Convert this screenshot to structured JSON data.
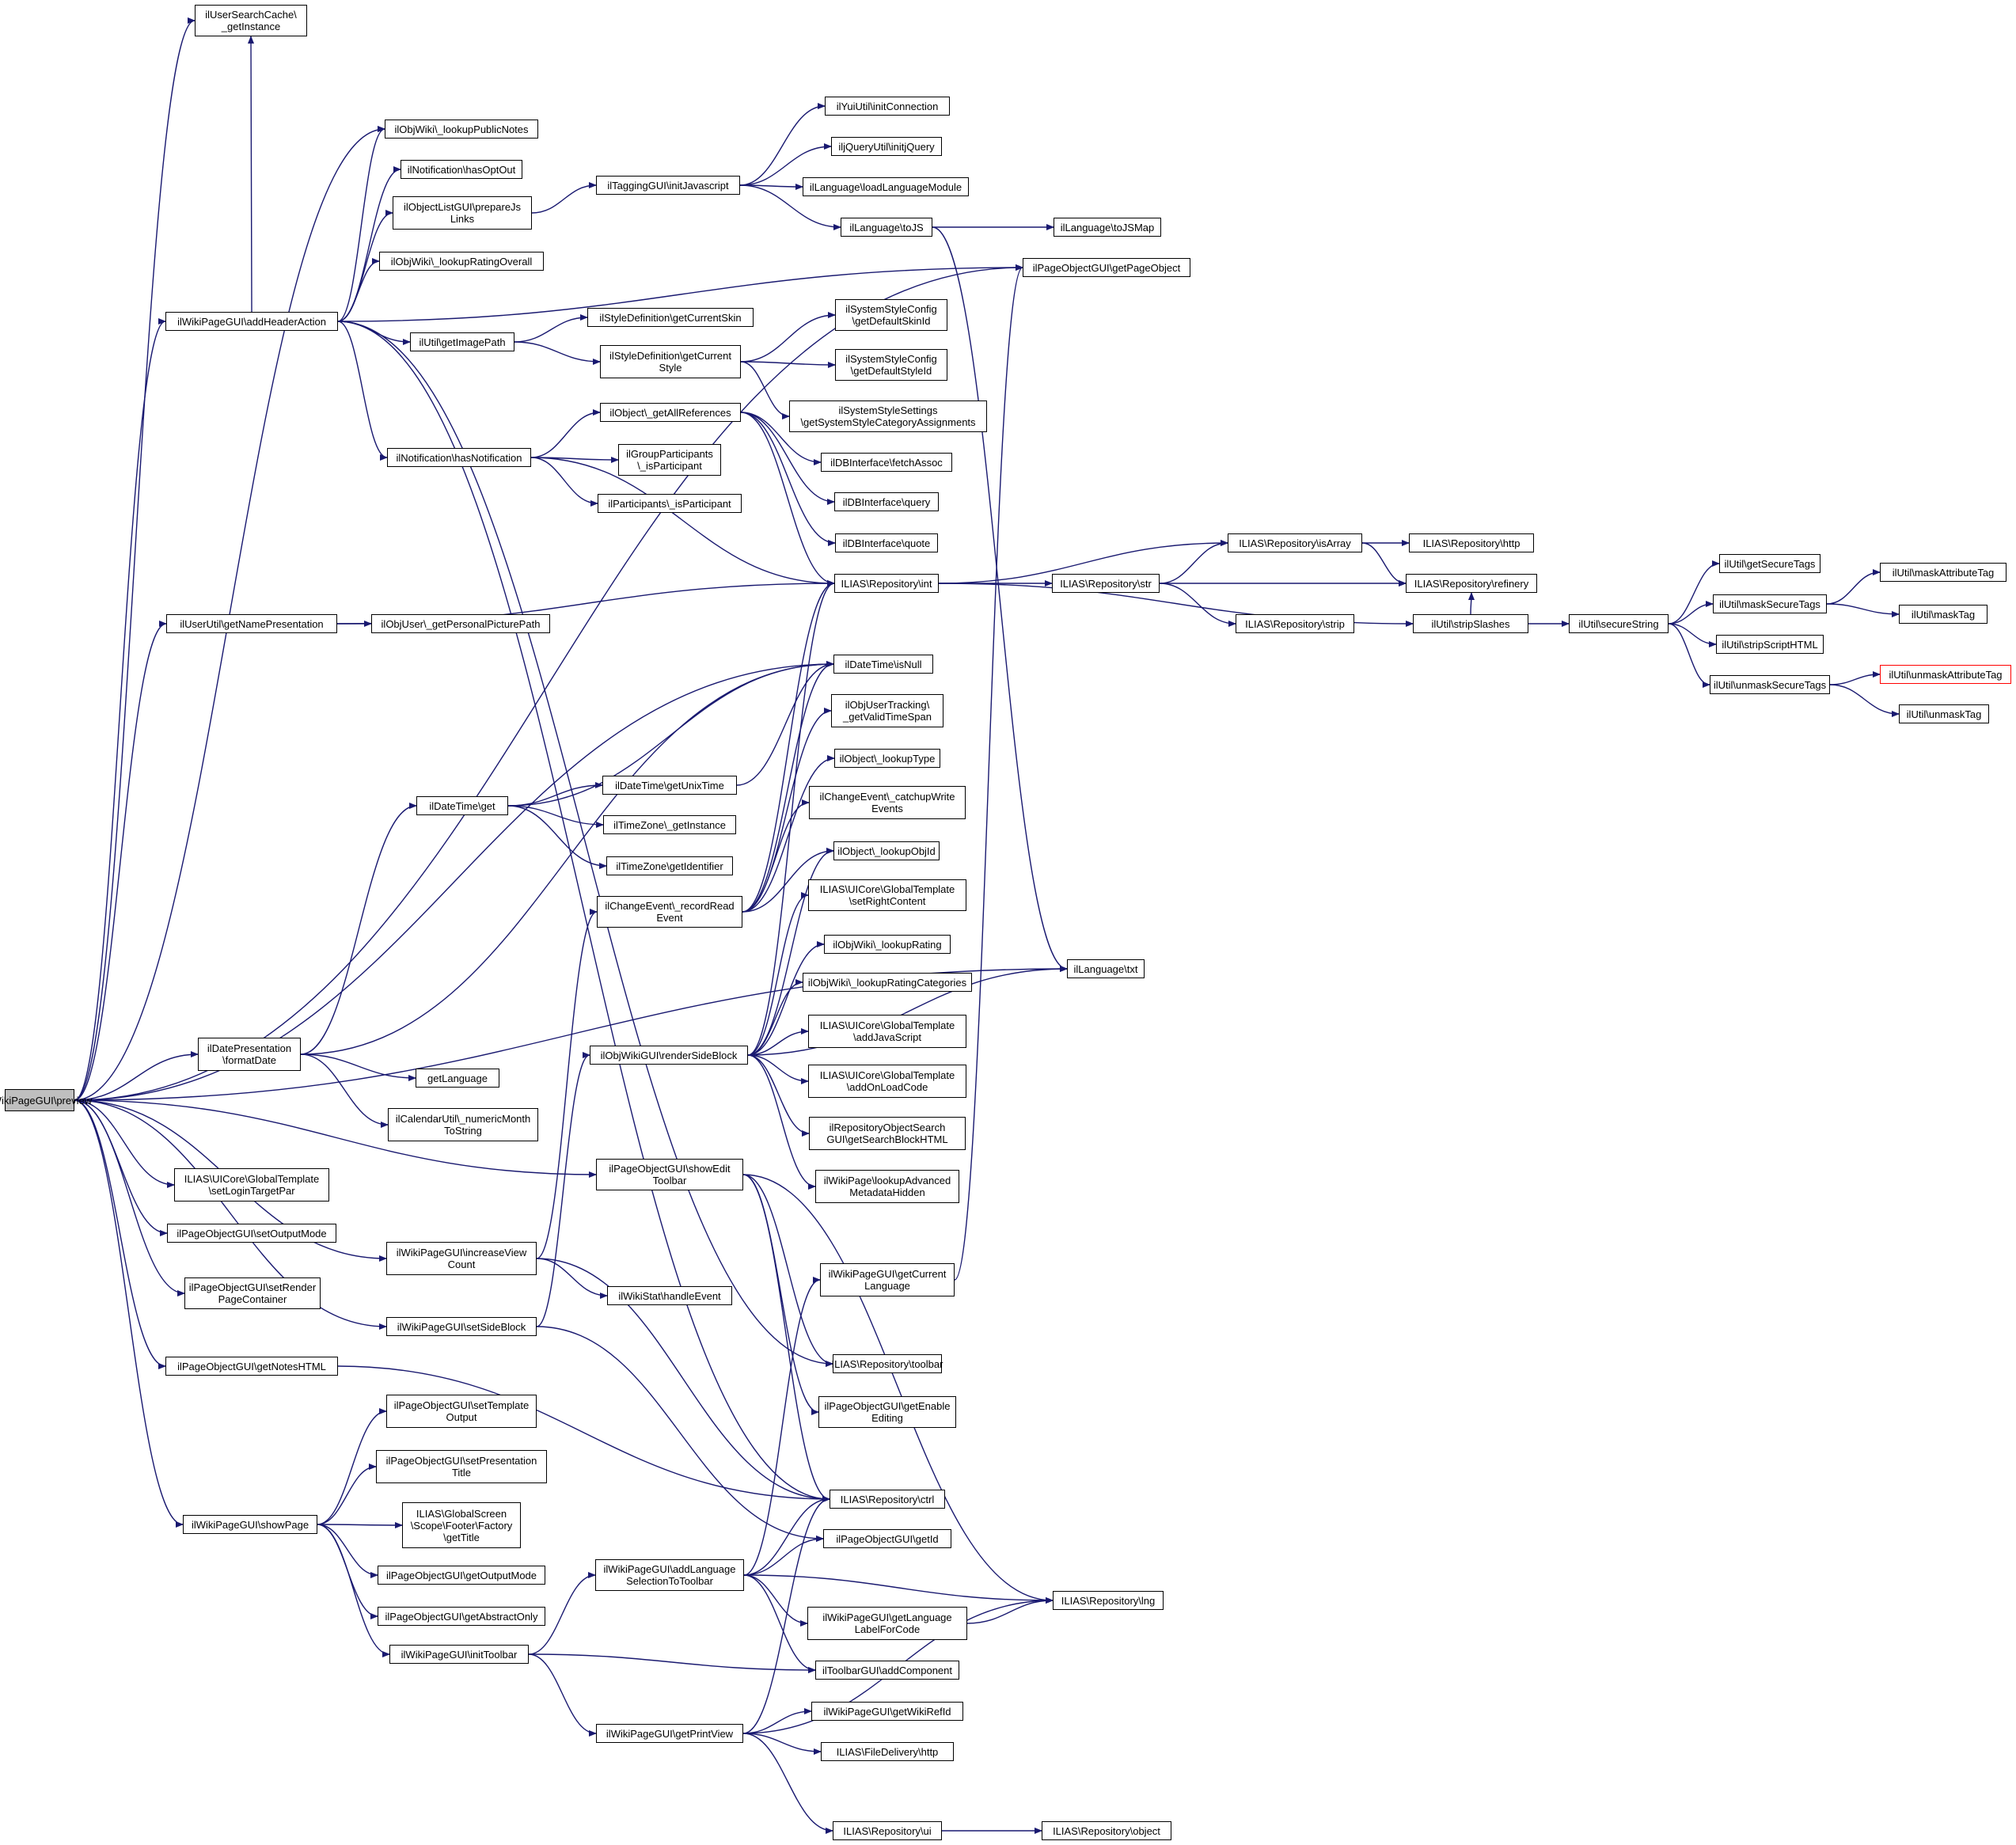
{
  "graph": {
    "type": "call-graph",
    "edge_color": "#191970",
    "root_fill": "#bfbfbf",
    "truncated_border": "#ff0000",
    "nodes": [
      {
        "id": "root",
        "label": "ilWikiPageGUI\\preview",
        "root": true
      },
      {
        "id": "usc",
        "label": "ilUserSearchCache\\\n_getInstance"
      },
      {
        "id": "pubnotes",
        "label": "ilObjWiki\\_lookupPublicNotes"
      },
      {
        "id": "optout",
        "label": "ilNotification\\hasOptOut"
      },
      {
        "id": "prepjs",
        "label": "ilObjectListGUI\\prepareJs\nLinks"
      },
      {
        "id": "ratov",
        "label": "ilObjWiki\\_lookupRatingOverall"
      },
      {
        "id": "addhdr",
        "label": "ilWikiPageGUI\\addHeaderAction"
      },
      {
        "id": "imgpath",
        "label": "ilUtil\\getImagePath"
      },
      {
        "id": "hasnotif",
        "label": "ilNotification\\hasNotification"
      },
      {
        "id": "namepres",
        "label": "ilUserUtil\\getNamePresentation"
      },
      {
        "id": "persopic",
        "label": "ilObjUser\\_getPersonalPicturePath"
      },
      {
        "id": "tagjs",
        "label": "ilTaggingGUI\\initJavascript"
      },
      {
        "id": "yui",
        "label": "ilYuiUtil\\initConnection"
      },
      {
        "id": "jq",
        "label": "iljQueryUtil\\initjQuery"
      },
      {
        "id": "loadlang",
        "label": "ilLanguage\\loadLanguageModule"
      },
      {
        "id": "tojs",
        "label": "ilLanguage\\toJS"
      },
      {
        "id": "tojsmap",
        "label": "ilLanguage\\toJSMap"
      },
      {
        "id": "getpo",
        "label": "ilPageObjectGUI\\getPageObject"
      },
      {
        "id": "curskin",
        "label": "ilStyleDefinition\\getCurrentSkin"
      },
      {
        "id": "curstyle",
        "label": "ilStyleDefinition\\getCurrent\nStyle"
      },
      {
        "id": "defskin",
        "label": "ilSystemStyleConfig\n\\getDefaultSkinId"
      },
      {
        "id": "defstyle",
        "label": "ilSystemStyleConfig\n\\getDefaultStyleId"
      },
      {
        "id": "stylecat",
        "label": "ilSystemStyleSettings\n\\getSystemStyleCategoryAssignments"
      },
      {
        "id": "allref",
        "label": "ilObject\\_getAllReferences"
      },
      {
        "id": "grppart",
        "label": "ilGroupParticipants\n\\_isParticipant"
      },
      {
        "id": "part",
        "label": "ilParticipants\\_isParticipant"
      },
      {
        "id": "fetch",
        "label": "ilDBInterface\\fetchAssoc"
      },
      {
        "id": "query",
        "label": "ilDBInterface\\query"
      },
      {
        "id": "quote",
        "label": "ilDBInterface\\quote"
      },
      {
        "id": "int",
        "label": "ILIAS\\Repository\\int"
      },
      {
        "id": "str",
        "label": "ILIAS\\Repository\\str"
      },
      {
        "id": "isarr",
        "label": "ILIAS\\Repository\\isArray"
      },
      {
        "id": "rhttp",
        "label": "ILIAS\\Repository\\http"
      },
      {
        "id": "refinery",
        "label": "ILIAS\\Repository\\refinery"
      },
      {
        "id": "strip",
        "label": "ILIAS\\Repository\\strip"
      },
      {
        "id": "stripsl",
        "label": "ilUtil\\stripSlashes"
      },
      {
        "id": "secstr",
        "label": "ilUtil\\secureString"
      },
      {
        "id": "getsec",
        "label": "ilUtil\\getSecureTags"
      },
      {
        "id": "masksec",
        "label": "ilUtil\\maskSecureTags"
      },
      {
        "id": "stripscr",
        "label": "ilUtil\\stripScriptHTML"
      },
      {
        "id": "unmasksec",
        "label": "ilUtil\\unmaskSecureTags"
      },
      {
        "id": "maskattr",
        "label": "ilUtil\\maskAttributeTag"
      },
      {
        "id": "masktag",
        "label": "ilUtil\\maskTag"
      },
      {
        "id": "unmaskattr",
        "label": "ilUtil\\unmaskAttributeTag",
        "truncated": true
      },
      {
        "id": "unmasktag",
        "label": "ilUtil\\unmaskTag"
      },
      {
        "id": "isnull",
        "label": "ilDateTime\\isNull"
      },
      {
        "id": "dtget",
        "label": "ilDateTime\\get"
      },
      {
        "id": "unixt",
        "label": "ilDateTime\\getUnixTime"
      },
      {
        "id": "tzinst",
        "label": "ilTimeZone\\_getInstance"
      },
      {
        "id": "tzid",
        "label": "ilTimeZone\\getIdentifier"
      },
      {
        "id": "validts",
        "label": "ilObjUserTracking\\\n_getValidTimeSpan"
      },
      {
        "id": "lktype",
        "label": "ilObject\\_lookupType"
      },
      {
        "id": "catchup",
        "label": "ilChangeEvent\\_catchupWrite\nEvents"
      },
      {
        "id": "lkobjid",
        "label": "ilObject\\_lookupObjId"
      },
      {
        "id": "recread",
        "label": "ilChangeEvent\\_recordRead\nEvent"
      },
      {
        "id": "setright",
        "label": "ILIAS\\UICore\\GlobalTemplate\n\\setRightContent"
      },
      {
        "id": "lkrating",
        "label": "ilObjWiki\\_lookupRating"
      },
      {
        "id": "lkratcat",
        "label": "ilObjWiki\\_lookupRatingCategories"
      },
      {
        "id": "addjs",
        "label": "ILIAS\\UICore\\GlobalTemplate\n\\addJavaScript"
      },
      {
        "id": "addonload",
        "label": "ILIAS\\UICore\\GlobalTemplate\n\\addOnLoadCode"
      },
      {
        "id": "searchblk",
        "label": "ilRepositoryObjectSearch\nGUI\\getSearchBlockHTML"
      },
      {
        "id": "advmeta",
        "label": "ilWikiPage\\lookupAdvanced\nMetadataHidden"
      },
      {
        "id": "renderside",
        "label": "ilObjWikiGUI\\renderSideBlock"
      },
      {
        "id": "txt",
        "label": "ilLanguage\\txt"
      },
      {
        "id": "datepres",
        "label": "ilDatePresentation\n\\formatDate"
      },
      {
        "id": "getlang",
        "label": "getLanguage"
      },
      {
        "id": "nummonth",
        "label": "ilCalendarUtil\\_numericMonth\nToString"
      },
      {
        "id": "showedit",
        "label": "ilPageObjectGUI\\showEdit\nToolbar"
      },
      {
        "id": "setlogin",
        "label": "ILIAS\\UICore\\GlobalTemplate\n\\setLoginTargetPar"
      },
      {
        "id": "setout",
        "label": "ilPageObjectGUI\\setOutputMode"
      },
      {
        "id": "setrender",
        "label": "ilPageObjectGUI\\setRender\nPageContainer"
      },
      {
        "id": "incview",
        "label": "ilWikiPageGUI\\increaseView\nCount"
      },
      {
        "id": "wikistat",
        "label": "ilWikiStat\\handleEvent"
      },
      {
        "id": "setside",
        "label": "ilWikiPageGUI\\setSideBlock"
      },
      {
        "id": "curlang",
        "label": "ilWikiPageGUI\\getCurrent\nLanguage"
      },
      {
        "id": "rtoolbar",
        "label": "ILIAS\\Repository\\toolbar"
      },
      {
        "id": "notes",
        "label": "ilPageObjectGUI\\getNotesHTML"
      },
      {
        "id": "enedit",
        "label": "ilPageObjectGUI\\getEnable\nEditing"
      },
      {
        "id": "settplout",
        "label": "ilPageObjectGUI\\setTemplate\nOutput"
      },
      {
        "id": "setprestitle",
        "label": "ilPageObjectGUI\\setPresentation\nTitle"
      },
      {
        "id": "footer",
        "label": "ILIAS\\GlobalScreen\n\\Scope\\Footer\\Factory\n\\getTitle"
      },
      {
        "id": "getout",
        "label": "ilPageObjectGUI\\getOutputMode"
      },
      {
        "id": "abstract",
        "label": "ilPageObjectGUI\\getAbstractOnly"
      },
      {
        "id": "showpage",
        "label": "ilWikiPageGUI\\showPage"
      },
      {
        "id": "inittb",
        "label": "ilWikiPageGUI\\initToolbar"
      },
      {
        "id": "ctrl",
        "label": "ILIAS\\Repository\\ctrl"
      },
      {
        "id": "getid",
        "label": "ilPageObjectGUI\\getId"
      },
      {
        "id": "addlangsel",
        "label": "ilWikiPageGUI\\addLanguage\nSelectionToToolbar"
      },
      {
        "id": "lng",
        "label": "ILIAS\\Repository\\lng"
      },
      {
        "id": "langlabel",
        "label": "ilWikiPageGUI\\getLanguage\nLabelForCode"
      },
      {
        "id": "addcomp",
        "label": "ilToolbarGUI\\addComponent"
      },
      {
        "id": "wikirefid",
        "label": "ilWikiPageGUI\\getWikiRefId"
      },
      {
        "id": "printview",
        "label": "ilWikiPageGUI\\getPrintView"
      },
      {
        "id": "fdhttp",
        "label": "ILIAS\\FileDelivery\\http"
      },
      {
        "id": "rui",
        "label": "ILIAS\\Repository\\ui"
      },
      {
        "id": "robject",
        "label": "ILIAS\\Repository\\object"
      }
    ],
    "edges": [
      [
        "root",
        "usc"
      ],
      [
        "root",
        "pubnotes"
      ],
      [
        "root",
        "getpo"
      ],
      [
        "root",
        "addhdr"
      ],
      [
        "root",
        "namepres"
      ],
      [
        "root",
        "txt"
      ],
      [
        "root",
        "isnull"
      ],
      [
        "root",
        "datepres"
      ],
      [
        "root",
        "showedit"
      ],
      [
        "root",
        "setlogin"
      ],
      [
        "root",
        "setout"
      ],
      [
        "root",
        "setrender"
      ],
      [
        "root",
        "incview"
      ],
      [
        "root",
        "setside"
      ],
      [
        "root",
        "notes"
      ],
      [
        "root",
        "showpage"
      ],
      [
        "addhdr",
        "pubnotes"
      ],
      [
        "addhdr",
        "optout"
      ],
      [
        "addhdr",
        "prepjs"
      ],
      [
        "addhdr",
        "ratov"
      ],
      [
        "addhdr",
        "getpo"
      ],
      [
        "addhdr",
        "imgpath"
      ],
      [
        "addhdr",
        "hasnotif"
      ],
      [
        "addhdr",
        "rtoolbar"
      ],
      [
        "addhdr",
        "ctrl"
      ],
      [
        "addhdr",
        "usc"
      ],
      [
        "prepjs",
        "tagjs"
      ],
      [
        "tagjs",
        "yui"
      ],
      [
        "tagjs",
        "jq"
      ],
      [
        "tagjs",
        "loadlang"
      ],
      [
        "tagjs",
        "tojs"
      ],
      [
        "tojs",
        "tojsmap"
      ],
      [
        "tojs",
        "txt"
      ],
      [
        "imgpath",
        "curskin"
      ],
      [
        "imgpath",
        "curstyle"
      ],
      [
        "curstyle",
        "defskin"
      ],
      [
        "curstyle",
        "defstyle"
      ],
      [
        "curstyle",
        "stylecat"
      ],
      [
        "hasnotif",
        "allref"
      ],
      [
        "hasnotif",
        "grppart"
      ],
      [
        "hasnotif",
        "part"
      ],
      [
        "hasnotif",
        "int"
      ],
      [
        "allref",
        "fetch"
      ],
      [
        "allref",
        "query"
      ],
      [
        "allref",
        "quote"
      ],
      [
        "allref",
        "int"
      ],
      [
        "namepres",
        "persopic"
      ],
      [
        "namepres",
        "int"
      ],
      [
        "int",
        "str"
      ],
      [
        "int",
        "isarr"
      ],
      [
        "int",
        "stripsl"
      ],
      [
        "str",
        "isarr"
      ],
      [
        "str",
        "refinery"
      ],
      [
        "str",
        "strip"
      ],
      [
        "isarr",
        "rhttp"
      ],
      [
        "isarr",
        "refinery"
      ],
      [
        "stripsl",
        "refinery"
      ],
      [
        "stripsl",
        "secstr"
      ],
      [
        "secstr",
        "getsec"
      ],
      [
        "secstr",
        "masksec"
      ],
      [
        "secstr",
        "stripscr"
      ],
      [
        "secstr",
        "unmasksec"
      ],
      [
        "masksec",
        "maskattr"
      ],
      [
        "masksec",
        "masktag"
      ],
      [
        "unmasksec",
        "unmaskattr"
      ],
      [
        "unmasksec",
        "unmasktag"
      ],
      [
        "datepres",
        "dtget"
      ],
      [
        "datepres",
        "isnull"
      ],
      [
        "datepres",
        "getlang"
      ],
      [
        "datepres",
        "nummonth"
      ],
      [
        "dtget",
        "isnull"
      ],
      [
        "dtget",
        "unixt"
      ],
      [
        "dtget",
        "tzinst"
      ],
      [
        "dtget",
        "tzid"
      ],
      [
        "unixt",
        "isnull"
      ],
      [
        "recread",
        "int"
      ],
      [
        "recread",
        "validts"
      ],
      [
        "recread",
        "lktype"
      ],
      [
        "recread",
        "catchup"
      ],
      [
        "recread",
        "lkobjid"
      ],
      [
        "recread",
        "isnull"
      ],
      [
        "incview",
        "recread"
      ],
      [
        "incview",
        "wikistat"
      ],
      [
        "incview",
        "ctrl"
      ],
      [
        "setside",
        "renderside"
      ],
      [
        "setside",
        "getid"
      ],
      [
        "renderside",
        "setright"
      ],
      [
        "renderside",
        "lkrating"
      ],
      [
        "renderside",
        "lkratcat"
      ],
      [
        "renderside",
        "addjs"
      ],
      [
        "renderside",
        "addonload"
      ],
      [
        "renderside",
        "searchblk"
      ],
      [
        "renderside",
        "advmeta"
      ],
      [
        "renderside",
        "lkobjid"
      ],
      [
        "renderside",
        "int"
      ],
      [
        "renderside",
        "txt"
      ],
      [
        "showedit",
        "rtoolbar"
      ],
      [
        "showedit",
        "enedit"
      ],
      [
        "showedit",
        "ctrl"
      ],
      [
        "showedit",
        "lng"
      ],
      [
        "curlang",
        "getpo"
      ],
      [
        "notes",
        "ctrl"
      ],
      [
        "showpage",
        "settplout"
      ],
      [
        "showpage",
        "setprestitle"
      ],
      [
        "showpage",
        "footer"
      ],
      [
        "showpage",
        "getout"
      ],
      [
        "showpage",
        "abstract"
      ],
      [
        "showpage",
        "inittb"
      ],
      [
        "inittb",
        "addlangsel"
      ],
      [
        "inittb",
        "addcomp"
      ],
      [
        "inittb",
        "printview"
      ],
      [
        "addlangsel",
        "curlang"
      ],
      [
        "addlangsel",
        "ctrl"
      ],
      [
        "addlangsel",
        "getid"
      ],
      [
        "addlangsel",
        "lng"
      ],
      [
        "addlangsel",
        "langlabel"
      ],
      [
        "addlangsel",
        "addcomp"
      ],
      [
        "langlabel",
        "lng"
      ],
      [
        "printview",
        "ctrl"
      ],
      [
        "printview",
        "wikirefid"
      ],
      [
        "printview",
        "fdhttp"
      ],
      [
        "printview",
        "rui"
      ],
      [
        "printview",
        "lng"
      ],
      [
        "rui",
        "robject"
      ]
    ]
  }
}
